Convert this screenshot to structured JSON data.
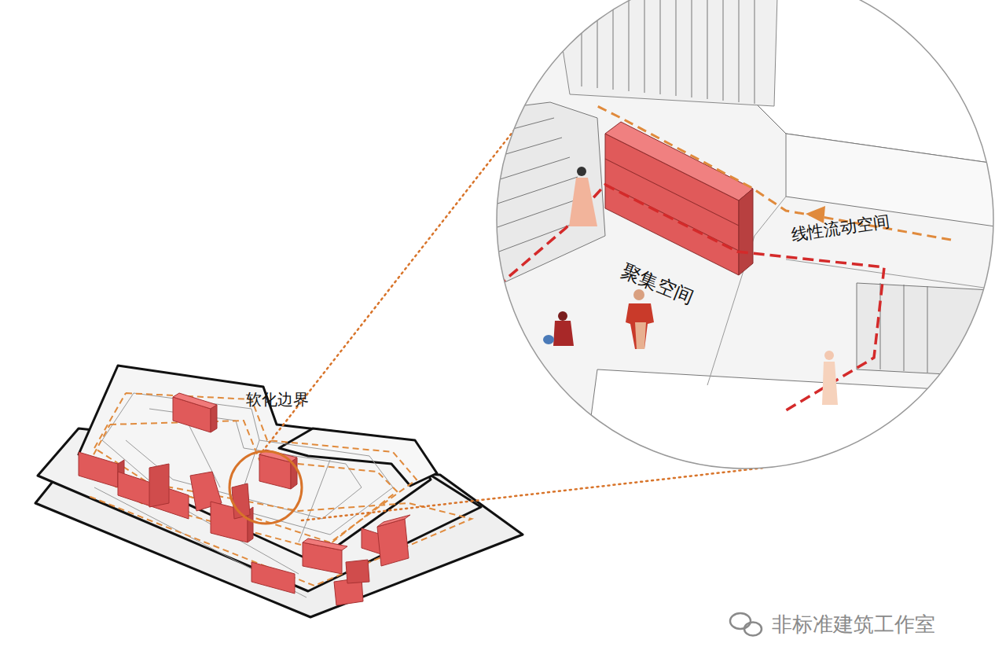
{
  "diagram": {
    "labels": [
      "软化边界",
      "线性流动空间",
      "聚集空间",
      "非标准建筑工作室"
    ]
  }
}
